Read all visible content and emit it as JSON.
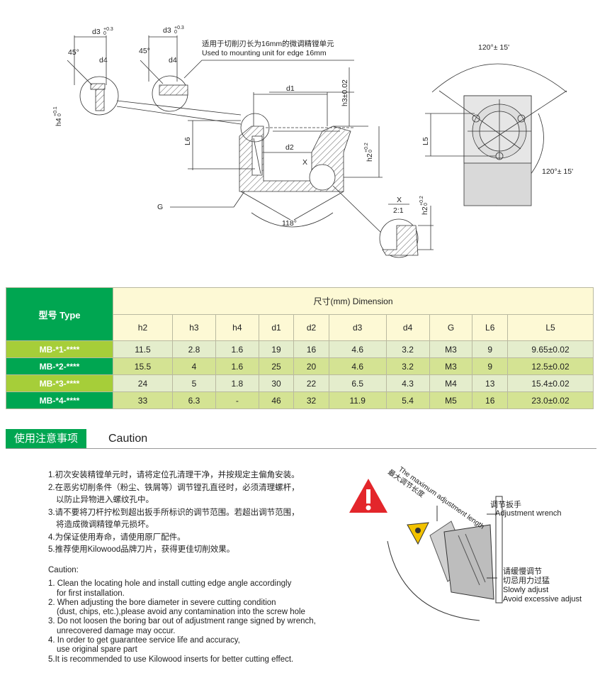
{
  "drawing": {
    "d3_label": "d3",
    "d3_tol": "+0.3",
    "d3_tol_low": "0",
    "angle_45": "45°",
    "d4_label": "d4",
    "h4_label": "h4",
    "h4_tol": "+0.1",
    "h4_tol_low": "0",
    "note_cn": "适用于切削刃长为16mm的微调精镗单元",
    "note_en": "Used to mounting unit for edge 16mm",
    "d1_label": "d1",
    "h3_label": "h3±0.02",
    "L6_label": "L6",
    "d2_label": "d2",
    "x_label": "X",
    "h2_label": "h2",
    "h2_tol": "+0.2",
    "h2_tol_low": "0",
    "g_label": "G",
    "angle_118": "118°",
    "detail_scale": "2:1",
    "angle_120_top": "120°± 15'",
    "angle_120_bottom": "120°± 15'",
    "L5_label": "L5"
  },
  "table": {
    "type_header": "型号 Type",
    "dimension_header": "尺寸(mm) Dimension",
    "columns": [
      "h2",
      "h3",
      "h4",
      "d1",
      "d2",
      "d3",
      "d4",
      "G",
      "L6",
      "L5"
    ],
    "rows": [
      {
        "type": "MB-*1-****",
        "values": [
          "11.5",
          "2.8",
          "1.6",
          "19",
          "16",
          "4.6",
          "3.2",
          "M3",
          "9",
          "9.65±0.02"
        ]
      },
      {
        "type": "MB-*2-****",
        "values": [
          "15.5",
          "4",
          "1.6",
          "25",
          "20",
          "4.6",
          "3.2",
          "M3",
          "9",
          "12.5±0.02"
        ]
      },
      {
        "type": "MB-*3-****",
        "values": [
          "24",
          "5",
          "1.8",
          "30",
          "22",
          "6.5",
          "4.3",
          "M4",
          "13",
          "15.4±0.02"
        ]
      },
      {
        "type": "MB-*4-****",
        "values": [
          "33",
          "6.3",
          "-",
          "46",
          "32",
          "11.9",
          "5.4",
          "M5",
          "16",
          "23.0±0.02"
        ]
      }
    ]
  },
  "caution": {
    "title_cn": "使用注意事项",
    "title_en": "Caution",
    "notes_cn": [
      "1.初次安装精镗单元时，请将定位孔清理干净，并按规定主偏角安装。",
      "2.在恶劣切削条件（粉尘、铁屑等）调节镗孔直径时，必须清理螺杆，",
      "以防止异物进入螺纹孔中。",
      "3.请不要将刀杆拧松到超出扳手所标识的调节范围。若超出调节范围，",
      "将造成微调精镗单元损坏。",
      "4.为保证使用寿命，请使用原厂配件。",
      "5.推荐使用Kilowood品牌刀片，获得更佳切削效果。"
    ],
    "en_heading": "Caution:",
    "notes_en": [
      "1. Clean the locating hole and install cutting edge angle accordingly",
      "for first installation.",
      "2. When adjusting the bore diameter in severe cutting condition",
      "(dust, chips, etc.),please avoid any contamination into the screw hole",
      "3. Do not loosen the boring bar out of adjustment range signed by wrench,",
      "unrecovered damage may occur.",
      "4. In order to get guarantee service life and accuracy,",
      "use original spare part",
      "5.It is recommended to use Kilowood inserts for better cutting effect."
    ]
  },
  "illustration": {
    "max_length_en": "The maximum adjustment length",
    "max_length_cn": "最大调节长度",
    "wrench_cn": "调节扳手",
    "wrench_en": "Adjustment wrench",
    "slow_cn_1": "请缓慢调节",
    "slow_cn_2": "切忌用力过猛",
    "slow_en_1": "Slowly adjust",
    "slow_en_2": "Avoid excessive adjust",
    "warning_color": "#e3262b"
  }
}
